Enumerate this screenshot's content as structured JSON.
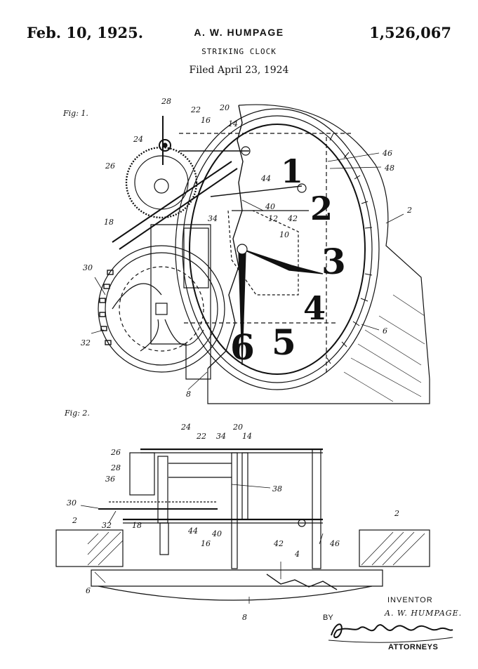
{
  "header": {
    "date": "Feb. 10, 1925.",
    "inventor": "A. W. HUMPAGE",
    "patent_number": "1,526,067",
    "title": "STRIKING CLOCK",
    "filed": "Filed April 23, 1924"
  },
  "figures": {
    "fig1_label": "Fig: 1.",
    "fig2_label": "Fig: 2.",
    "dial_numerals": [
      "1",
      "2",
      "3",
      "4",
      "5",
      "6"
    ],
    "fig1_refs": [
      "28",
      "22",
      "20",
      "16",
      "14",
      "24",
      "26",
      "46",
      "48",
      "44",
      "2",
      "40",
      "18",
      "34",
      "12",
      "42",
      "10",
      "30",
      "32",
      "6",
      "8"
    ],
    "fig2_refs": [
      "24",
      "22",
      "34",
      "20",
      "14",
      "26",
      "28",
      "36",
      "38",
      "30",
      "32",
      "18",
      "2",
      "44",
      "16",
      "40",
      "42",
      "46",
      "2",
      "4",
      "6",
      "8"
    ]
  },
  "signature": {
    "inventor_heading": "INVENTOR",
    "inventor_name": "A. W. HUMPAGE.",
    "by": "BY",
    "signature_text": "Bartlett Brownell",
    "attorneys": "ATTORNEYS"
  }
}
